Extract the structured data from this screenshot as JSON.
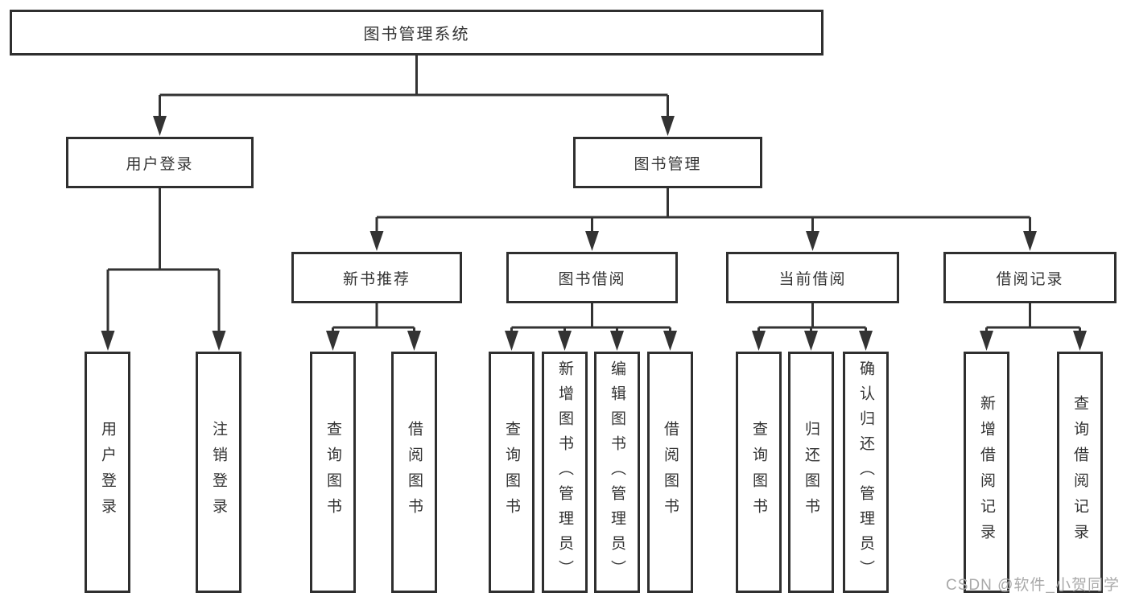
{
  "diagram": {
    "root": {
      "label": "图书管理系统"
    },
    "level2": [
      {
        "label": "用户登录"
      },
      {
        "label": "图书管理"
      }
    ],
    "level3": [
      {
        "label": "新书推荐"
      },
      {
        "label": "图书借阅"
      },
      {
        "label": "当前借阅"
      },
      {
        "label": "借阅记录"
      }
    ],
    "leaves": [
      {
        "parent": "用户登录",
        "label": "用户登录"
      },
      {
        "parent": "用户登录",
        "label": "注销登录"
      },
      {
        "parent": "新书推荐",
        "label": "查询图书"
      },
      {
        "parent": "新书推荐",
        "label": "借阅图书"
      },
      {
        "parent": "图书借阅",
        "label": "查询图书"
      },
      {
        "parent": "图书借阅",
        "label": "新增图书（管理员）"
      },
      {
        "parent": "图书借阅",
        "label": "编辑图书（管理员）"
      },
      {
        "parent": "图书借阅",
        "label": "借阅图书"
      },
      {
        "parent": "当前借阅",
        "label": "查询图书"
      },
      {
        "parent": "当前借阅",
        "label": "归还图书"
      },
      {
        "parent": "当前借阅",
        "label": "确认归还（管理员）"
      },
      {
        "parent": "借阅记录",
        "label": "新增借阅记录"
      },
      {
        "parent": "借阅记录",
        "label": "查询借阅记录"
      }
    ]
  },
  "watermark": {
    "text": "CSDN @软件_小贺同学"
  },
  "colors": {
    "line": "#333333",
    "border": "#2f2f2f",
    "text": "#333333",
    "watermark": "#a9a9a9",
    "background": "#ffffff"
  }
}
